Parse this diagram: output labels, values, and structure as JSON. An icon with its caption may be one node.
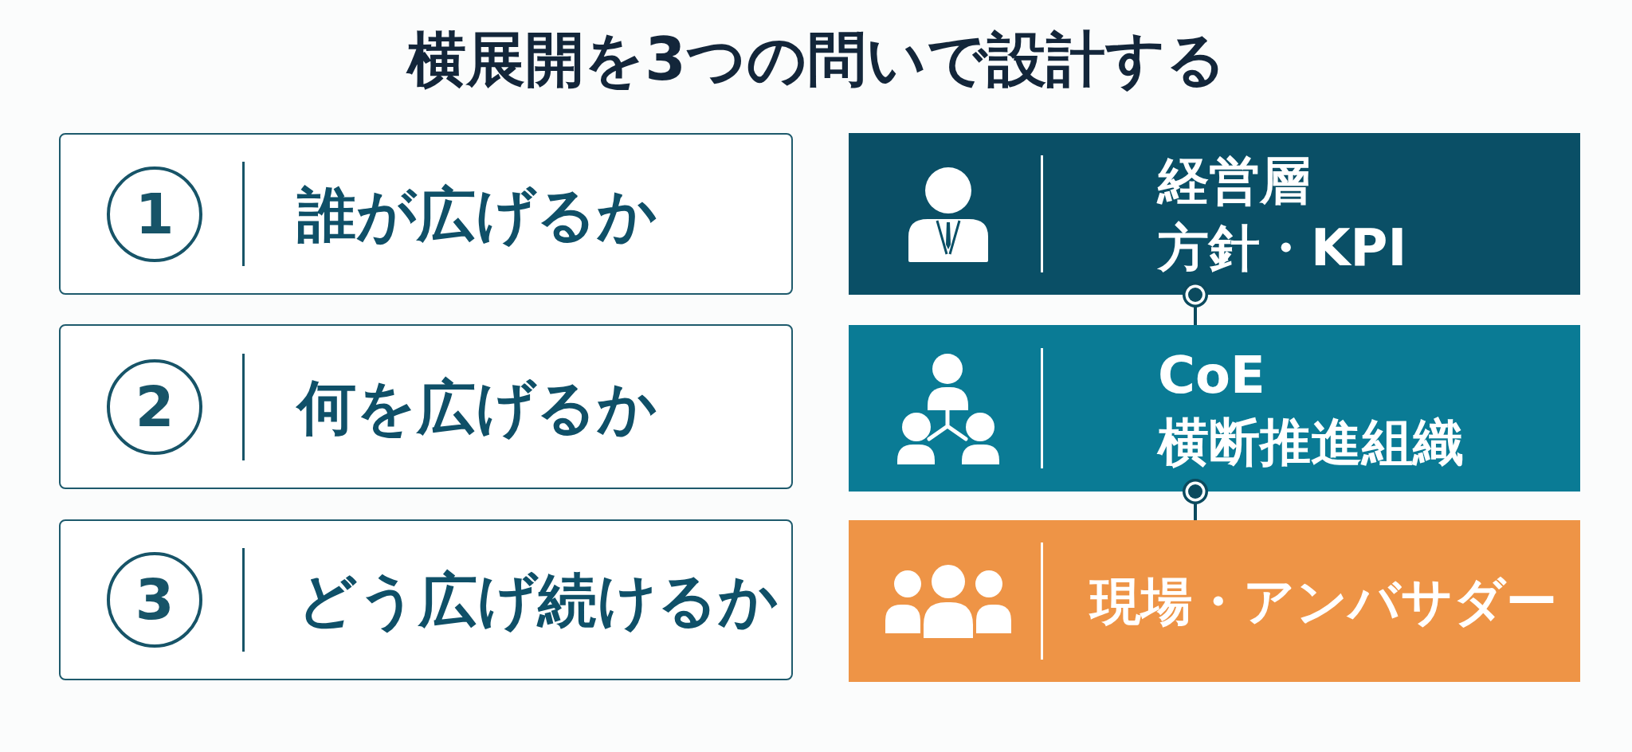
{
  "diagram": {
    "title": "横展開を3つの問いで設計する",
    "nodes": [
      {
        "text": [
          "1",
          "誰が広げるか"
        ]
      },
      {
        "text": [
          "2",
          "何を広げるか"
        ]
      },
      {
        "text": [
          "3",
          "どう広げ続けるか"
        ]
      },
      {
        "text": [
          "経営層",
          "方針・KPI"
        ]
      },
      {
        "text": [
          "CoE",
          "横断推進組織"
        ]
      },
      {
        "text": [
          "現場・アンバサダー"
        ]
      }
    ],
    "edges": [
      {
        "from": 3,
        "to": 4,
        "arrow": "other"
      },
      {
        "from": 4,
        "to": 5,
        "arrow": "other"
      }
    ]
  }
}
